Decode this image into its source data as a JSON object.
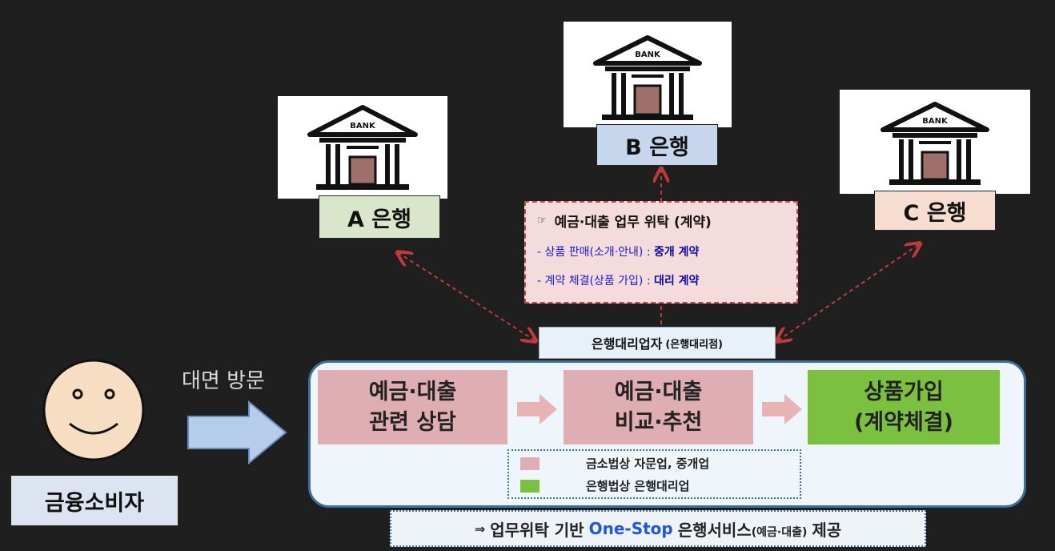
{
  "banks": [
    {
      "sign": "BANK",
      "label": "A 은행"
    },
    {
      "sign": "BANK",
      "label": "B 은행"
    },
    {
      "sign": "BANK",
      "label": "C 은행"
    }
  ],
  "contract": {
    "icon": "pointing-hand-icon",
    "title": "예금·대출 업무 위탁 (계약)",
    "line1_prefix": "- 상품 판매(소개·안내) : ",
    "line1_strong": "중개 계약",
    "line2_prefix": "- 계약 체결(상품 가입) : ",
    "line2_strong": "대리 계약"
  },
  "agent": {
    "title": "은행대리업자",
    "sub": "(은행대리점)"
  },
  "consumer": {
    "label": "금융소비자",
    "visit": "대면 방문"
  },
  "steps": [
    {
      "line1": "예금·대출",
      "line2": "관련 상담"
    },
    {
      "line1": "예금·대출",
      "line2": "비교·추천"
    },
    {
      "line1": "상품가입",
      "line2": "(계약체결)"
    }
  ],
  "legend": [
    {
      "text": "금소법상 자문업, 중개업",
      "color": "#dfaeb3"
    },
    {
      "text": "은행법상 은행대리업",
      "color": "#7cc040"
    }
  ],
  "bottom": {
    "arrow": "⇒",
    "pre": "업무위탁 기반",
    "brand": "One-Stop",
    "post": "은행서비스",
    "small": "(예금·대출)",
    "tail": "제공"
  },
  "colors": {
    "bank_a": "#d9e6c9",
    "bank_b": "#c6d6ec",
    "bank_c": "#f6ddd0",
    "pink": "#dfaeb3",
    "green": "#7cc040",
    "panel_border": "#3d6e9c",
    "dash_arrow": "#c0393b"
  }
}
